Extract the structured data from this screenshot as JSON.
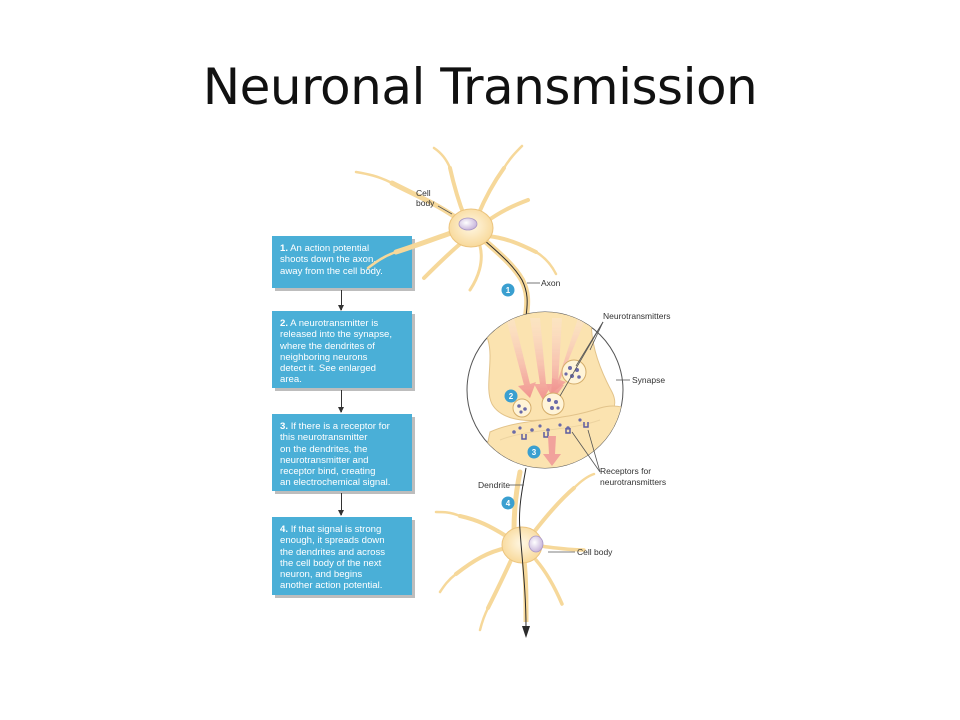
{
  "slide": {
    "title": "Neuronal Transmission"
  },
  "steps": [
    {
      "number": "1.",
      "text": "An action potential\nshoots down the axon,\naway from the cell body."
    },
    {
      "number": "2.",
      "text": "A neurotransmitter is\nreleased into the synapse,\nwhere the dendrites of\nneighboring neurons\ndetect it. See enlarged\narea."
    },
    {
      "number": "3.",
      "text": "If there is a receptor for\nthis neurotransmitter\non the dendrites, the\nneurotransmitter and\nreceptor bind, creating\nan electrochemical signal."
    },
    {
      "number": "4.",
      "text": "If that signal is strong\nenough, it spreads down\nthe dendrites and across\nthe cell body of the next\nneuron, and begins\nanother action potential."
    }
  ],
  "labels": {
    "cell_body_top_line1": "Cell",
    "cell_body_top_line2": "body",
    "axon": "Axon",
    "neurotransmitters": "Neurotransmitters",
    "synapse": "Synapse",
    "receptors_line1": "Receptors for",
    "receptors_line2": "neurotransmitters",
    "dendrite": "Dendrite",
    "cell_body_bottom": "Cell body"
  },
  "markers": [
    "1",
    "2",
    "3",
    "4"
  ],
  "colors": {
    "step_box": "#4aafd7",
    "neuron_fill": "#fbe3b0",
    "neuron_stroke": "#e2c38a",
    "marker": "#3a9fd0",
    "vesicle_dots": "#6a6aa8",
    "signal_arrow": "#f0a0a0"
  }
}
